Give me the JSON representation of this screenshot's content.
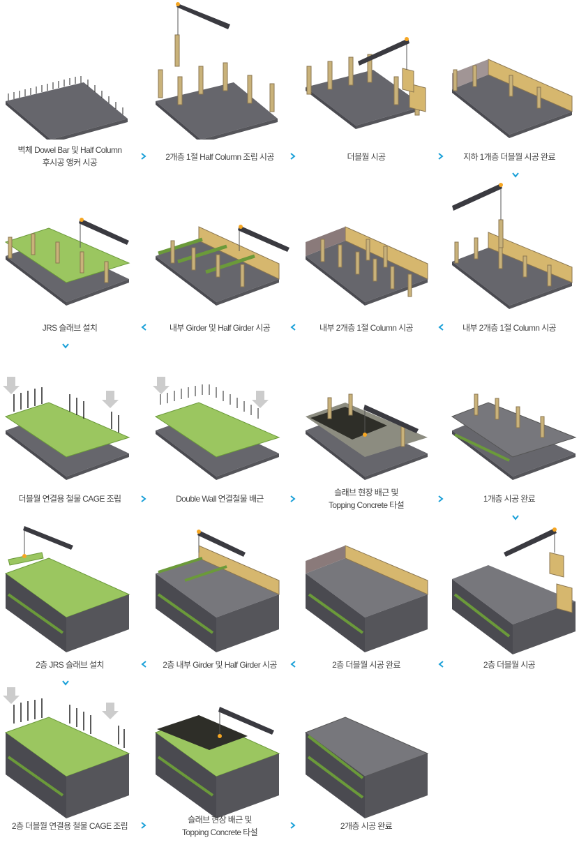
{
  "accent_color": "#1aa0d8",
  "steps": [
    {
      "label": "벽체 Dowel Bar 및 Half Column\n후시공 앵커 시공",
      "stage": "dowel"
    },
    {
      "label": "2개층 1절 Half Column 조립 시공",
      "stage": "halfcol"
    },
    {
      "label": "더블월 시공",
      "stage": "dwall"
    },
    {
      "label": "지하 1개층 더블월 시공 완료",
      "stage": "dwall-done"
    },
    {
      "label": "내부 2개층 1절 Column 시공",
      "stage": "column-crane"
    },
    {
      "label": "내부 2개층 1절 Column 시공",
      "stage": "column"
    },
    {
      "label": "내부 Girder 및 Half Girder 시공",
      "stage": "girder"
    },
    {
      "label": "JRS 슬래브 설치",
      "stage": "jrs"
    },
    {
      "label": "더블월 연결용 철물 CAGE 조립",
      "stage": "cage"
    },
    {
      "label": "Double Wall 연결철물 배근",
      "stage": "rebar"
    },
    {
      "label": "슬래브 현장 배근 및\nTopping Concrete 타설",
      "stage": "topping"
    },
    {
      "label": "1개층 시공 완료",
      "stage": "floor-done"
    },
    {
      "label": "2층 더블월 시공",
      "stage": "2f-dwall"
    },
    {
      "label": "2층 더블월 시공 완료",
      "stage": "2f-dwall-done"
    },
    {
      "label": "2층 내부 Girder 및 Half Girder 시공",
      "stage": "2f-girder"
    },
    {
      "label": "2층 JRS 슬래브 설치",
      "stage": "2f-jrs"
    },
    {
      "label": "2층 더블월 연결용 철물 CAGE 조립",
      "stage": "2f-cage"
    },
    {
      "label": "슬래브 현장 배근 및\nTopping Concrete 타설",
      "stage": "2f-topping"
    },
    {
      "label": "2개층 시공 완료",
      "stage": "done"
    }
  ]
}
